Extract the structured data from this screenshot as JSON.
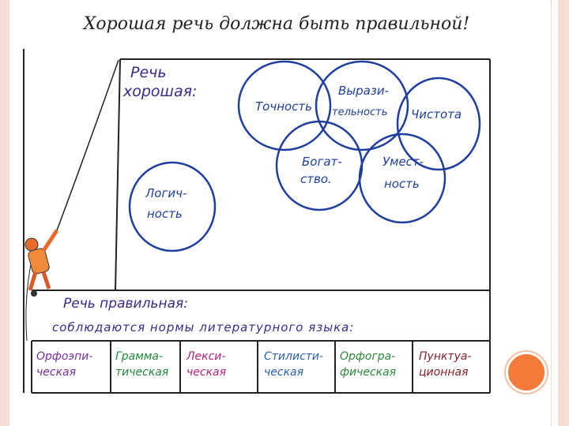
{
  "title": "Хорошая речь должна быть правильной!",
  "good_speech": {
    "heading_line1": "Речь",
    "heading_line2": "хорошая:",
    "qualities": {
      "accuracy": "Точность",
      "expressiveness_1": "Вырази-",
      "expressiveness_2": "тельность",
      "purity": "Чистота",
      "richness_1": "Богат-",
      "richness_2": "ство.",
      "appropriateness_1": "Умест-",
      "appropriateness_2": "ность",
      "logic_1": "Логич-",
      "logic_2": "ность"
    }
  },
  "correct_speech": {
    "heading": "Речь правильная:",
    "subheading": "соблюдаются нормы литературного языка:",
    "norms": [
      {
        "line1": "Орфоэпи-",
        "line2": "ческая",
        "color": "#7a2fa0"
      },
      {
        "line1": "Грамма-",
        "line2": "тическая",
        "color": "#1f8a3a"
      },
      {
        "line1": "Лекси-",
        "line2": "ческая",
        "color": "#b0267a"
      },
      {
        "line1": "Стилисти-",
        "line2": "ческая",
        "color": "#2a5fb0"
      },
      {
        "line1": "Орфогра-",
        "line2": "фическая",
        "color": "#2a8a3a"
      },
      {
        "line1": "Пунктуа-",
        "line2": "ционная",
        "color": "#8a1f2a"
      }
    ]
  },
  "colors": {
    "ink": "#1f3fa0",
    "heading_ink": "#3a2a8a",
    "accent": "#f47a3a"
  }
}
